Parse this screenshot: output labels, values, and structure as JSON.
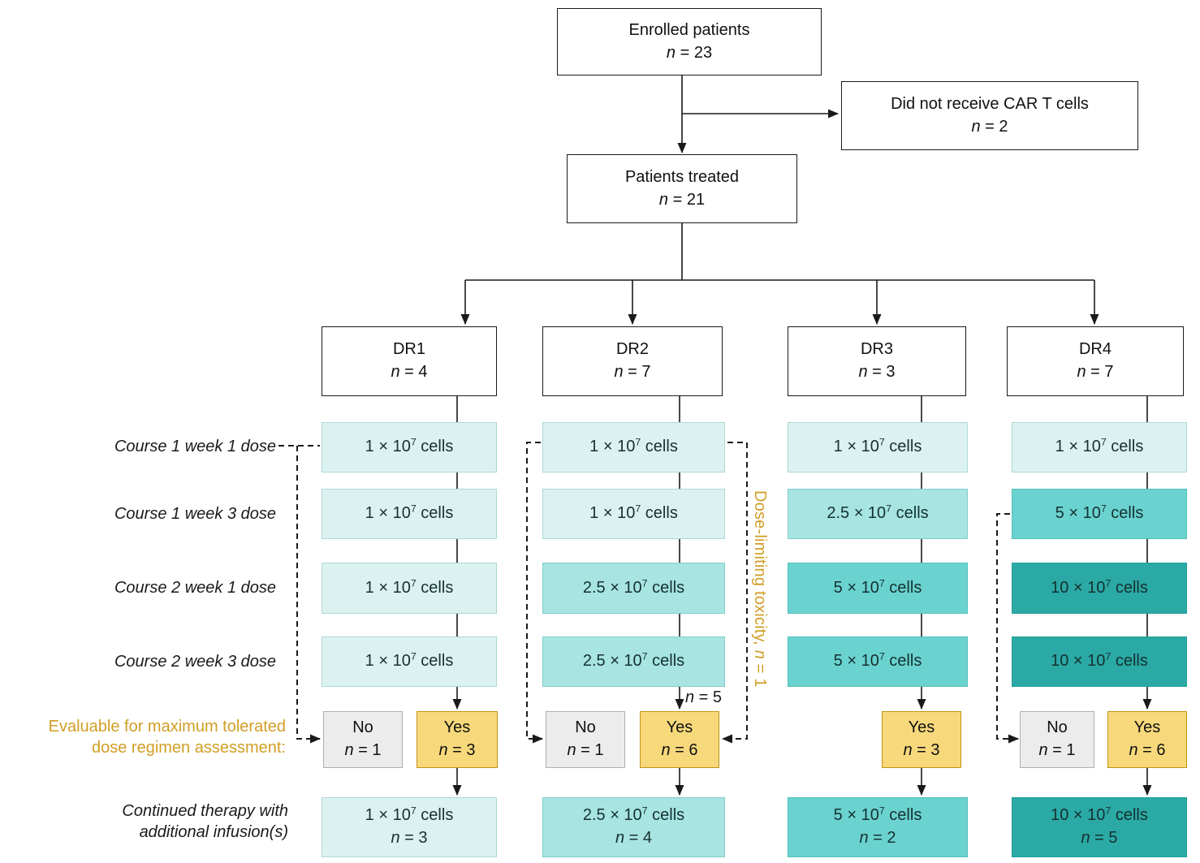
{
  "palette": {
    "dose_1e7_fill": "#dcf2f1",
    "dose_2p5e7_fill": "#a7e4e2",
    "dose_5e7_fill": "#6ad2cf",
    "dose_10e7_fill": "#2ba9a5",
    "yes_fill": "#f7d97c",
    "yes_border": "#c29313",
    "no_fill": "#ececec",
    "no_border": "#aeaeae",
    "annotation_orange": "#d19e25",
    "line_color": "#1a1a1a"
  },
  "flow": {
    "enrolled": {
      "title": "Enrolled patients",
      "n": "n = 23"
    },
    "not_treated": {
      "title": "Did not receive CAR T cells",
      "n": "n = 2"
    },
    "treated": {
      "title": "Patients treated",
      "n": "n = 21"
    }
  },
  "row_labels": {
    "c1w1": "Course 1 week 1 dose",
    "c1w3": "Course 1 week 3 dose",
    "c2w1": "Course 2 week 1 dose",
    "c2w3": "Course 2 week 3 dose",
    "eval_l1": "Evaluable for maximum tolerated",
    "eval_l2": "dose regimen assessment:",
    "cont_l1": "Continued therapy with",
    "cont_l2": "additional infusion(s)"
  },
  "annotations": {
    "dlt": "Dose-limiting toxicity, n = 1",
    "n5": "n = 5"
  },
  "columns": [
    {
      "name": "DR1",
      "n": "n = 4",
      "doses": [
        "1 × 10^7 cells",
        "1 × 10^7 cells",
        "1 × 10^7 cells",
        "1 × 10^7 cells"
      ],
      "no": {
        "label": "No",
        "n": "n = 1"
      },
      "yes": {
        "label": "Yes",
        "n": "n = 3"
      },
      "continued": {
        "dose": "1 × 10^7 cells",
        "n": "n = 3"
      }
    },
    {
      "name": "DR2",
      "n": "n = 7",
      "doses": [
        "1 × 10^7 cells",
        "1 × 10^7 cells",
        "2.5 × 10^7 cells",
        "2.5 × 10^7 cells"
      ],
      "no": {
        "label": "No",
        "n": "n = 1"
      },
      "yes": {
        "label": "Yes",
        "n": "n = 6"
      },
      "continued": {
        "dose": "2.5 × 10^7 cells",
        "n": "n = 4"
      }
    },
    {
      "name": "DR3",
      "n": "n = 3",
      "doses": [
        "1 × 10^7 cells",
        "2.5 × 10^7 cells",
        "5 × 10^7 cells",
        "5 × 10^7 cells"
      ],
      "yes": {
        "label": "Yes",
        "n": "n = 3"
      },
      "continued": {
        "dose": "5 × 10^7 cells",
        "n": "n = 2"
      }
    },
    {
      "name": "DR4",
      "n": "n = 7",
      "doses": [
        "1 × 10^7 cells",
        "5 × 10^7 cells",
        "10 × 10^7 cells",
        "10 × 10^7 cells"
      ],
      "no": {
        "label": "No",
        "n": "n = 1"
      },
      "yes": {
        "label": "Yes",
        "n": "n = 6"
      },
      "continued": {
        "dose": "10 × 10^7 cells",
        "n": "n = 5"
      }
    }
  ]
}
